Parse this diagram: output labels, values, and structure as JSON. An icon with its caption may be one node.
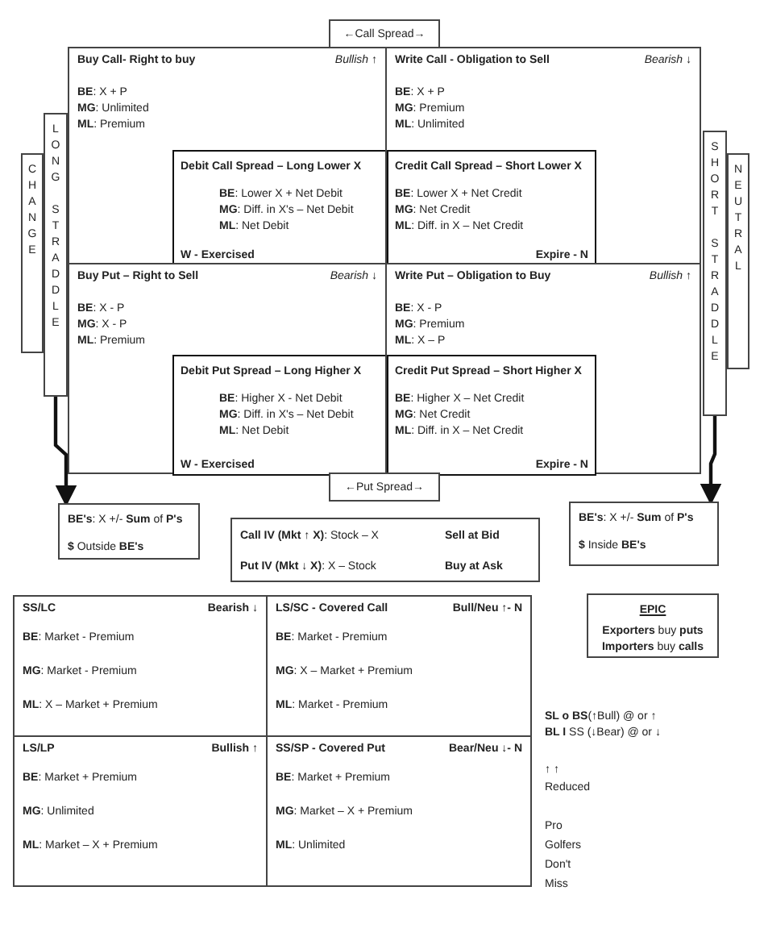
{
  "diagram": {
    "nodes": [
      {
        "text": [
          "←Call Spread→"
        ]
      },
      {
        "text": [
          "Buy Call- Right to buy",
          "Bullish ↑",
          "**BE**: X + P",
          "**MG**: Unlimited",
          "**ML**: Premium"
        ]
      },
      {
        "text": [
          "Write Call - Obligation to Sell",
          "Bearish ↓",
          "**BE**: X + P",
          "**MG**: Premium",
          "**ML**: Unlimited"
        ]
      },
      {
        "text": [
          "Debit Call Spread – Long Lower X",
          "**BE**: Lower X + Net Debit",
          "**MG**: Diff. in X's – Net Debit",
          "**ML**: Net Debit",
          "W - Exercised"
        ],
        "in": 1
      },
      {
        "text": [
          "Credit Call Spread – Short Lower X",
          "**BE**: Lower X + Net Credit",
          "**MG**: Net Credit",
          "**ML**: Diff. in X – Net Credit",
          "Expire - N"
        ],
        "in": 2
      },
      {
        "text": [
          "Buy Put – Right to Sell",
          "Bearish ↓",
          "**BE**: X - P",
          "**MG**:  X - P",
          "**ML**: Premium"
        ]
      },
      {
        "text": [
          "Write Put – Obligation to Buy",
          "Bullish ↑",
          "**BE**: X - P",
          "**MG**: Premium",
          "**ML**: X – P"
        ]
      },
      {
        "text": [
          "Debit Put Spread – Long Higher X",
          "**BE**: Higher X - Net Debit",
          "**MG**: Diff. in X's – Net Debit",
          "**ML**: Net Debit",
          "W -  Exercised"
        ],
        "in": 5
      },
      {
        "text": [
          "Credit Put Spread – Short Higher X",
          "**BE**: Higher X – Net Credit",
          "**MG**: Net Credit",
          "**ML**: Diff. in X – Net Credit",
          "Expire - N"
        ],
        "in": 6
      },
      {
        "text": [
          "←Put Spread→"
        ]
      },
      {
        "text": [
          "CHANGE"
        ]
      },
      {
        "text": [
          "LONG STRADDLE"
        ]
      },
      {
        "text": [
          "SHORT STRADDLE"
        ]
      },
      {
        "text": [
          "NEUTRAL"
        ]
      },
      {
        "text": [
          "**BE's**: X +/- **Sum** of **P's**",
          "**$** Outside **BE's**"
        ]
      },
      {
        "text": [
          "**Call IV (Mkt ↑ X)**:  Stock – X",
          "Sell at Bid",
          "**Put IV (Mkt ↓ X)**:  X – Stock",
          "Buy at Ask"
        ]
      },
      {
        "text": [
          "**BE's**: X +/- **Sum** of **P's**",
          "**$** Inside **BE's**"
        ]
      },
      {
        "text": [
          "SS/LC",
          "Bearish ↓",
          "**BE**:  Market - Premium",
          "**MG**: Market - Premium",
          "**ML**: X – Market + Premium"
        ]
      },
      {
        "text": [
          "LS/SC - Covered Call",
          "Bull/Neu  ↑- N",
          "**BE**:  Market - Premium",
          "**MG**: X – Market + Premium",
          "**ML**:  Market - Premium"
        ]
      },
      {
        "text": [
          "LS/LP",
          "Bullish ↑",
          "**BE**:  Market + Premium",
          "**MG**: Unlimited",
          "**ML**: Market – X + Premium"
        ]
      },
      {
        "text": [
          "SS/SP - Covered Put",
          "Bear/Neu ↓- N",
          "**BE**:  Market + Premium",
          "**MG**: Market – X + Premium",
          "**ML**: Unlimited"
        ]
      },
      {
        "text": [
          "EPIC",
          "**Exporters** buy **puts**",
          "**Importers** buy **calls**"
        ]
      }
    ],
    "edges": [
      {
        "from": 11,
        "to": 14,
        "arrow": "to"
      },
      {
        "from": 12,
        "to": 16,
        "arrow": "to"
      }
    ],
    "labels": [
      "**SL o BS**(↑Bull) @ or ↑",
      "**BL I** SS (↓Bear) @ or ↓",
      "↑   ↑",
      "Reduced",
      "Pro",
      "Golfers",
      "Don't",
      "Miss"
    ]
  }
}
